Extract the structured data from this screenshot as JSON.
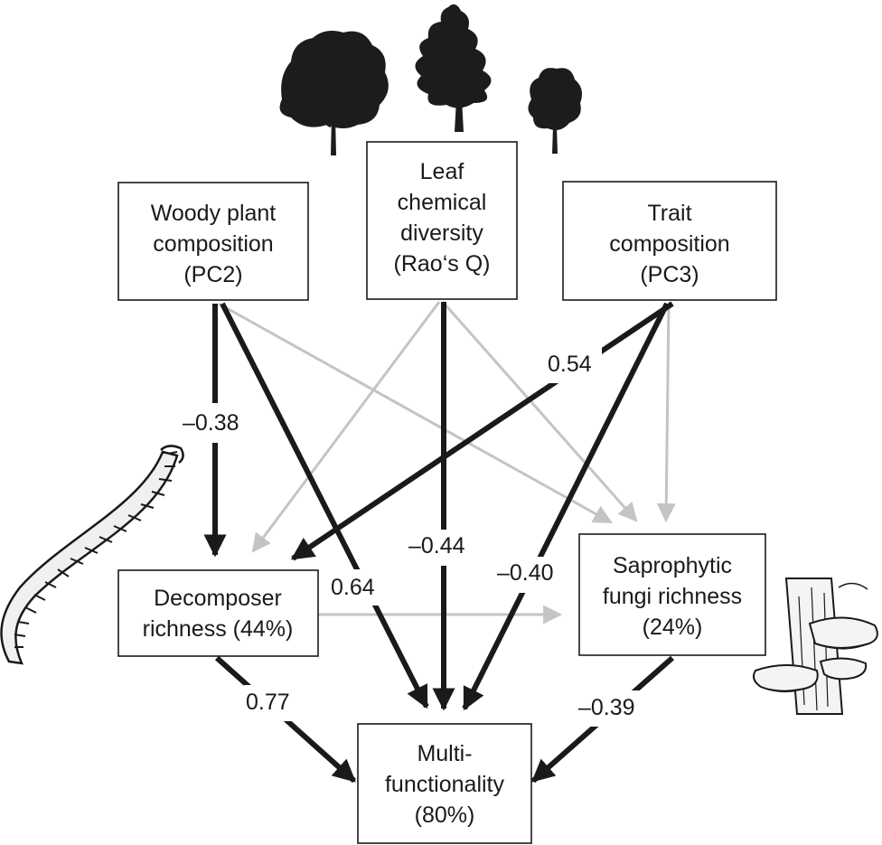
{
  "nodes": {
    "woody": {
      "lines": [
        "Woody plant",
        "composition",
        "(PC2)"
      ]
    },
    "leaf": {
      "lines": [
        "Leaf",
        "chemical",
        "diversity",
        "(Rao‘s Q)"
      ]
    },
    "trait": {
      "lines": [
        "Trait",
        "composition",
        "(PC3)"
      ]
    },
    "decomposer": {
      "lines": [
        "Decomposer",
        "richness (44%)"
      ]
    },
    "fungi": {
      "lines": [
        "Saprophytic",
        "fungi richness",
        "(24%)"
      ]
    },
    "multi": {
      "lines": [
        "Multi-",
        "functionality",
        "(80%)"
      ]
    }
  },
  "paths": [
    {
      "from": "Woody plant composition (PC2)",
      "to": "Decomposer richness (44%)",
      "coefficient": "–0.38",
      "significant": true
    },
    {
      "from": "Woody plant composition (PC2)",
      "to": "Multi-functionality (80%)",
      "coefficient": "0.64",
      "significant": true
    },
    {
      "from": "Woody plant composition (PC2)",
      "to": "Saprophytic fungi richness (24%)",
      "coefficient": "",
      "significant": false
    },
    {
      "from": "Leaf chemical diversity (Rao‘s Q)",
      "to": "Decomposer richness (44%)",
      "coefficient": "",
      "significant": false
    },
    {
      "from": "Leaf chemical diversity (Rao‘s Q)",
      "to": "Multi-functionality (80%)",
      "coefficient": "–0.44",
      "significant": true
    },
    {
      "from": "Leaf chemical diversity (Rao‘s Q)",
      "to": "Saprophytic fungi richness (24%)",
      "coefficient": "",
      "significant": false
    },
    {
      "from": "Trait composition (PC3)",
      "to": "Decomposer richness (44%)",
      "coefficient": "0.54",
      "significant": true
    },
    {
      "from": "Trait composition (PC3)",
      "to": "Multi-functionality (80%)",
      "coefficient": "–0.40",
      "significant": true
    },
    {
      "from": "Trait composition (PC3)",
      "to": "Saprophytic fungi richness (24%)",
      "coefficient": "",
      "significant": false
    },
    {
      "from": "Decomposer richness (44%)",
      "to": "Saprophytic fungi richness (24%)",
      "coefficient": "",
      "significant": false
    },
    {
      "from": "Decomposer richness (44%)",
      "to": "Multi-functionality (80%)",
      "coefficient": "0.77",
      "significant": true
    },
    {
      "from": "Saprophytic fungi richness (24%)",
      "to": "Multi-functionality (80%)",
      "coefficient": "–0.39",
      "significant": true
    }
  ],
  "colors": {
    "significant": "#1a1a1a",
    "nonsignificant": "#c4c4c4",
    "box_border": "#1a1a1a",
    "tree": "#1c1c1c"
  },
  "illustrations": [
    "tree-icon",
    "tree-icon",
    "tree-icon",
    "millipede-icon",
    "bracket-fungus-icon"
  ]
}
